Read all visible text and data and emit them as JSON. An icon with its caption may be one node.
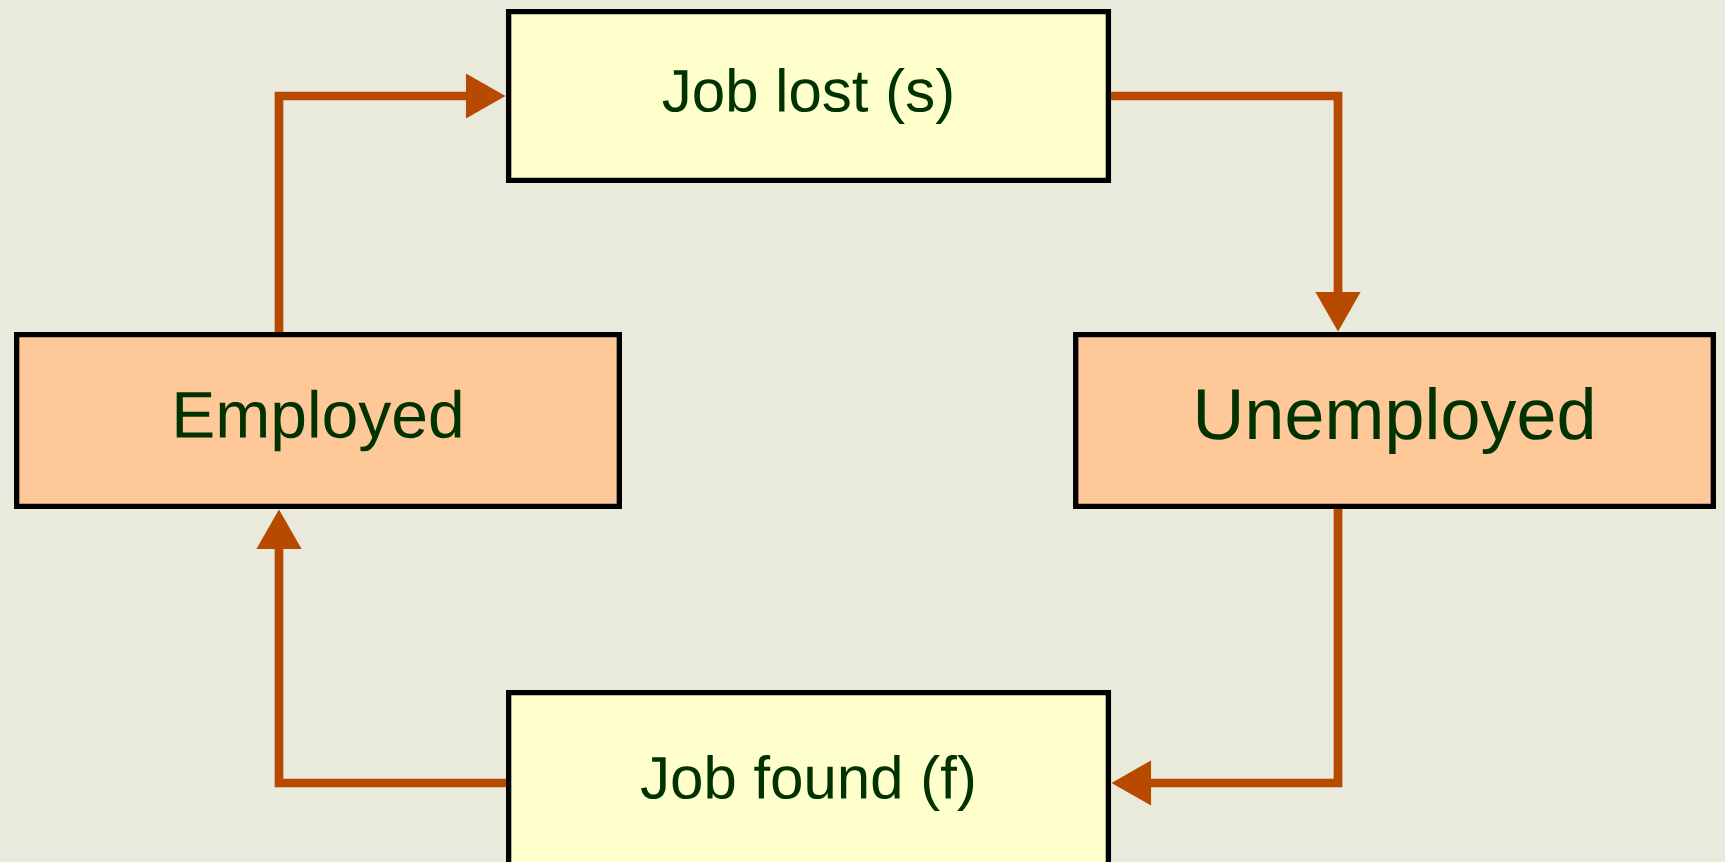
{
  "diagram": {
    "nodes": [
      {
        "text": [
          "Job lost (s)"
        ]
      },
      {
        "text": [
          "Employed"
        ]
      },
      {
        "text": [
          "Unemployed"
        ]
      },
      {
        "text": [
          "Job found (f)"
        ]
      }
    ],
    "edges": [
      {
        "from": 1,
        "to": 0,
        "arrow": "to"
      },
      {
        "from": 0,
        "to": 2,
        "arrow": "to"
      },
      {
        "from": 2,
        "to": 3,
        "arrow": "to"
      },
      {
        "from": 3,
        "to": 1,
        "arrow": "to"
      }
    ]
  }
}
